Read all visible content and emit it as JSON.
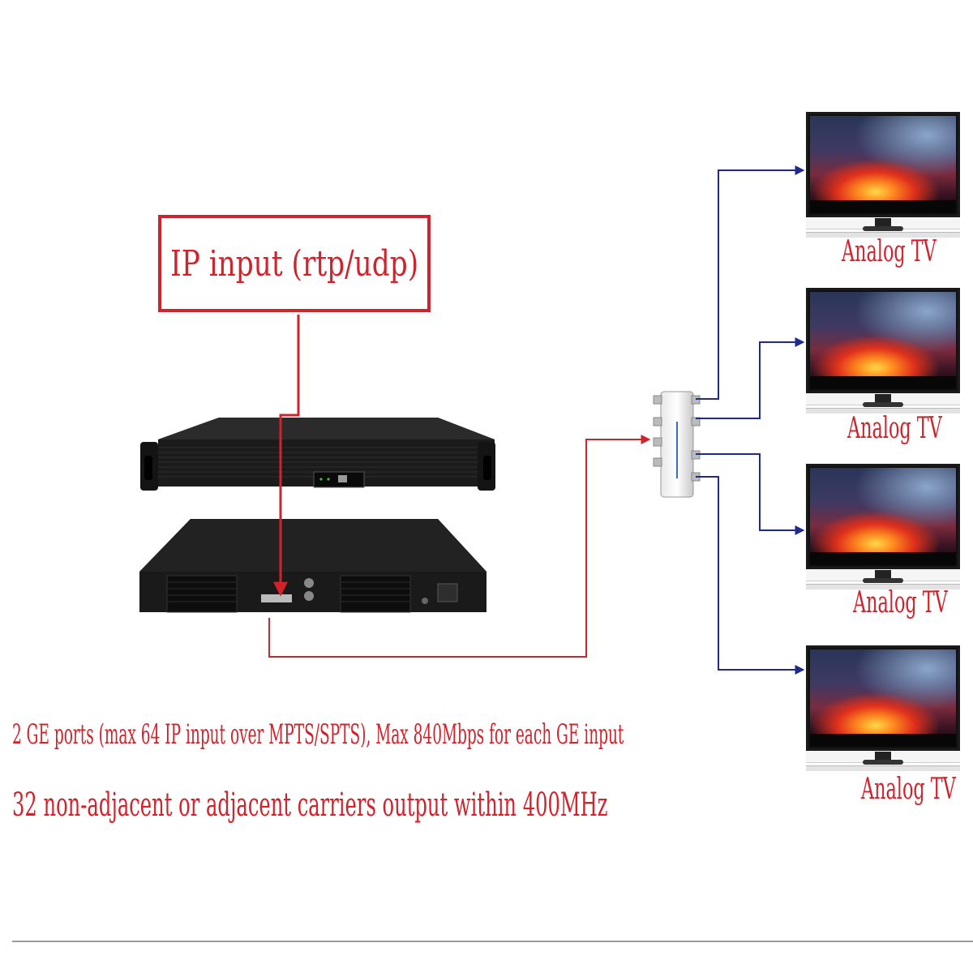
{
  "ip_input_label": "IP input (rtp/udp)",
  "tv_labels": [
    "Analog TV",
    "Analog TV",
    "Analog TV",
    "Analog TV"
  ],
  "specs": {
    "line1": "2 GE ports (max 64 IP input over MPTS/SPTS), Max 840Mbps for each GE input",
    "line2": "32 non-adjacent or adjacent carriers output within 400MHz"
  },
  "colors": {
    "label_red": "#d3222a",
    "line_red": "#d3222a",
    "line_blue": "#1f2a8c",
    "device_body": "#151515"
  }
}
